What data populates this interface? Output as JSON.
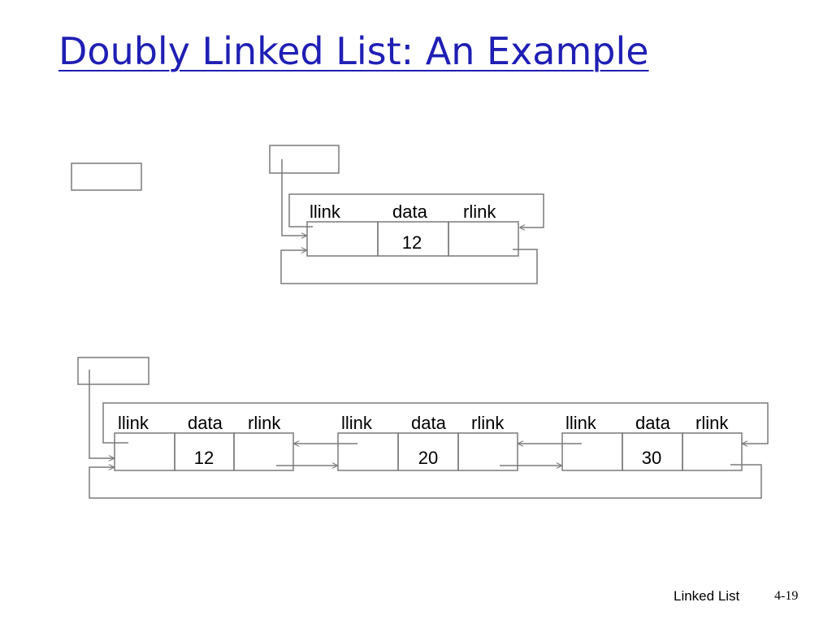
{
  "slide": {
    "title": "Doubly Linked List: An Example",
    "footer": "Linked List",
    "page_number": "4-19"
  },
  "colors": {
    "title": "#1f1fb4",
    "lines": "#7a7a7a",
    "text": "#000000"
  },
  "diagram_single": {
    "node": {
      "llink_label": "llink",
      "data_label": "data",
      "rlink_label": "rlink",
      "value": "12"
    }
  },
  "diagram_three": {
    "nodes": [
      {
        "llink_label": "llink",
        "data_label": "data",
        "rlink_label": "rlink",
        "value": "12"
      },
      {
        "llink_label": "llink",
        "data_label": "data",
        "rlink_label": "rlink",
        "value": "20"
      },
      {
        "llink_label": "llink",
        "data_label": "data",
        "rlink_label": "rlink",
        "value": "30"
      }
    ]
  }
}
